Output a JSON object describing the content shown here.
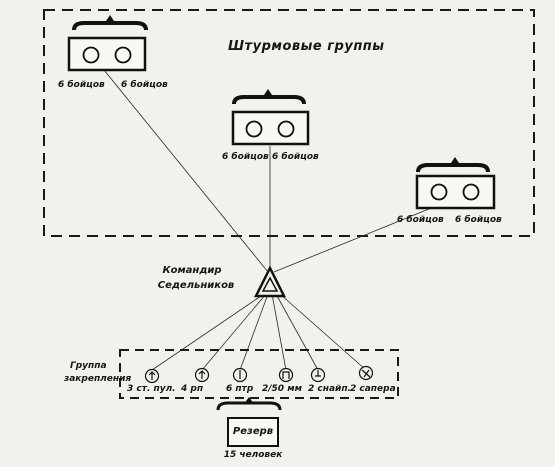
{
  "title": "Штурмовые группы",
  "assault_groups": [
    {
      "left": "6 бойцов",
      "right": "6 бойцов"
    },
    {
      "left": "6 бойцов",
      "right": "6 бойцов"
    },
    {
      "left": "6 бойцов",
      "right": "6 бойцов"
    }
  ],
  "commander": {
    "line1": "Командир",
    "line2": "Седельников"
  },
  "holding_group": {
    "label_line1": "Группа",
    "label_line2": "закрепления",
    "items": [
      "3 ст. пул.",
      "4 рп",
      "6 птр",
      "2/50 мм",
      "2 снайп.",
      "2 сапера"
    ]
  },
  "reserve": {
    "label": "Резерв",
    "count": "15 человек"
  }
}
